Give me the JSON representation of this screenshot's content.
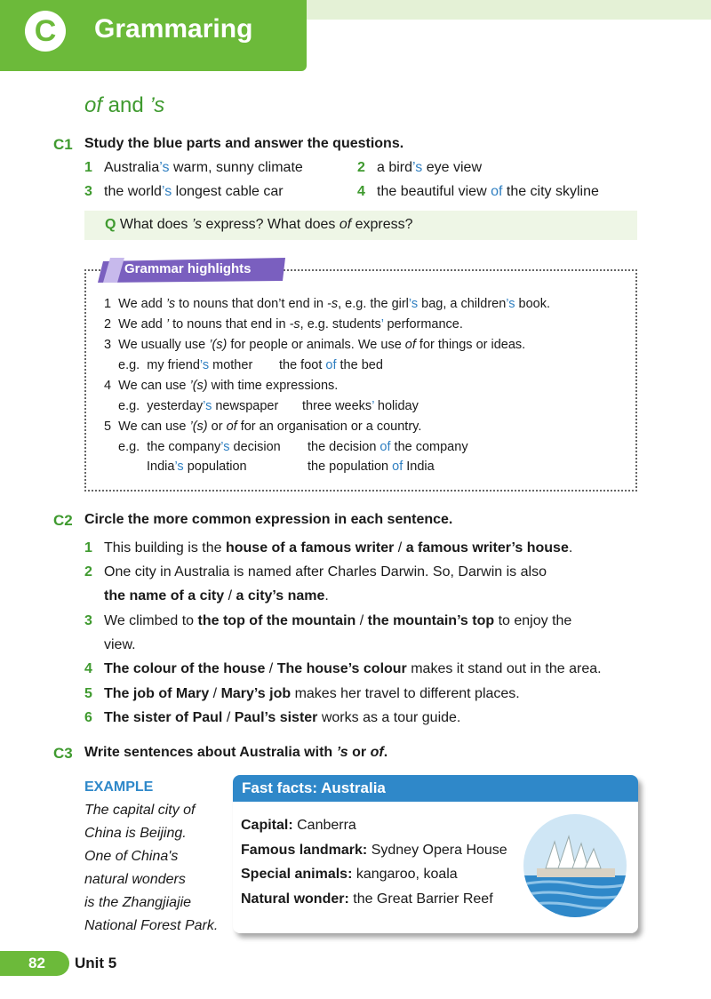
{
  "header": {
    "letter": "C",
    "title": "Grammaring"
  },
  "subtitle": {
    "of": "of",
    "and": " and ",
    "s": "’s"
  },
  "c1": {
    "label": "C1",
    "instruction": "Study the blue parts and answer the questions.",
    "items": [
      {
        "n": "1",
        "pre": "Australia",
        "hl": "’s",
        "post": " warm, sunny climate"
      },
      {
        "n": "2",
        "pre": "a bird",
        "hl": "’s",
        "post": " eye view"
      },
      {
        "n": "3",
        "pre": "the world",
        "hl": "’s",
        "post": " longest cable car"
      },
      {
        "n": "4",
        "pre": "the beautiful view ",
        "hl": "of",
        "post": " the city skyline"
      }
    ],
    "question": {
      "q": "Q",
      "t1": " What does ",
      "s": "’s",
      "t2": " express? What does ",
      "of": "of",
      "t3": " express?"
    }
  },
  "grammar": {
    "tag": "Grammar highlights",
    "r1": {
      "n": "1",
      "a": "We add ",
      "b": "’s",
      "c": " to nouns that don’t end in ",
      "d": "-s",
      "e": ", e.g. the girl",
      "f": "’s",
      "g": " bag, a children",
      "h": "’s",
      "i": " book."
    },
    "r2": {
      "n": "2",
      "a": "We add ",
      "b": "’",
      "c": " to nouns that end in ",
      "d": "-s",
      "e": ", e.g. students",
      "f": "’",
      "g": " performance."
    },
    "r3": {
      "n": "3",
      "a": "We usually use ",
      "b": "’(s)",
      "c": " for people or animals. We use ",
      "d": "of",
      "e": " for things or ideas."
    },
    "r3e": {
      "eg": "e.g.",
      "a": "my friend",
      "b": "’s",
      "c": " mother",
      "d": "the foot ",
      "e": "of",
      "f": " the bed"
    },
    "r4": {
      "n": "4",
      "a": "We can use ",
      "b": "’(s)",
      "c": " with time expressions."
    },
    "r4e": {
      "eg": "e.g.",
      "a": "yesterday",
      "b": "’s",
      "c": " newspaper",
      "d": "three weeks",
      "e": "’",
      "f": " holiday"
    },
    "r5": {
      "n": "5",
      "a": "We can use ",
      "b": "’(s)",
      "c": " or ",
      "d": "of",
      "e": " for an organisation or a country."
    },
    "r5e": {
      "eg": "e.g.",
      "a": "the company",
      "b": "’s",
      "c": " decision",
      "d": "the decision ",
      "e": "of",
      "f": " the company"
    },
    "r5f": {
      "a": "India",
      "b": "’s",
      "c": " population",
      "d": "the population ",
      "e": "of",
      "f": " India"
    }
  },
  "c2": {
    "label": "C2",
    "instruction": "Circle the more common expression in each sentence.",
    "s1": {
      "n": "1",
      "a": "This building is the ",
      "b": "house of a famous writer",
      "sep": " / ",
      "c": "a famous writer’s house",
      "d": "."
    },
    "s2": {
      "n": "2",
      "a": "One city in Australia is named after Charles Darwin. So, Darwin is also"
    },
    "s2b": {
      "b": "the name of a city",
      "sep": " / ",
      "c": "a city’s name",
      "d": "."
    },
    "s3": {
      "n": "3",
      "a": "We climbed to ",
      "b": "the top of the mountain",
      "sep": " / ",
      "c": "the mountain’s top",
      "d": " to enjoy the"
    },
    "s3b": {
      "a": "view."
    },
    "s4": {
      "n": "4",
      "b": "The colour of the house",
      "sep": " / ",
      "c": "The house’s colour",
      "d": " makes it stand out in the area."
    },
    "s5": {
      "n": "5",
      "b": "The job of Mary",
      "sep": " / ",
      "c": "Mary’s job",
      "d": " makes her travel to different places."
    },
    "s6": {
      "n": "6",
      "b": "The sister of Paul",
      "sep": " / ",
      "c": "Paul’s sister",
      "d": " works as a tour guide."
    }
  },
  "c3": {
    "label": "C3",
    "instruction": {
      "a": "Write sentences about Australia with ",
      "b": "’s",
      "c": " or ",
      "d": "of",
      "e": "."
    },
    "example": {
      "label": "EXAMPLE",
      "lines": [
        "The capital city of",
        "China is Beijing.",
        "One of China's",
        "natural wonders",
        "is the Zhangjiajie",
        "National Forest Park."
      ]
    },
    "facts": {
      "title": "Fast facts: Australia",
      "rows": [
        {
          "k": "Capital:",
          "v": " Canberra"
        },
        {
          "k": "Famous landmark:",
          "v": " Sydney Opera House"
        },
        {
          "k": "Special animals:",
          "v": " kangaroo, koala"
        },
        {
          "k": "Natural wonder:",
          "v": " the Great Barrier Reef"
        }
      ]
    }
  },
  "footer": {
    "page": "82",
    "unit": "Unit 5"
  },
  "colors": {
    "green": "#6cba3a",
    "blue": "#2f7fc1",
    "light_green": "#eef6e6"
  }
}
